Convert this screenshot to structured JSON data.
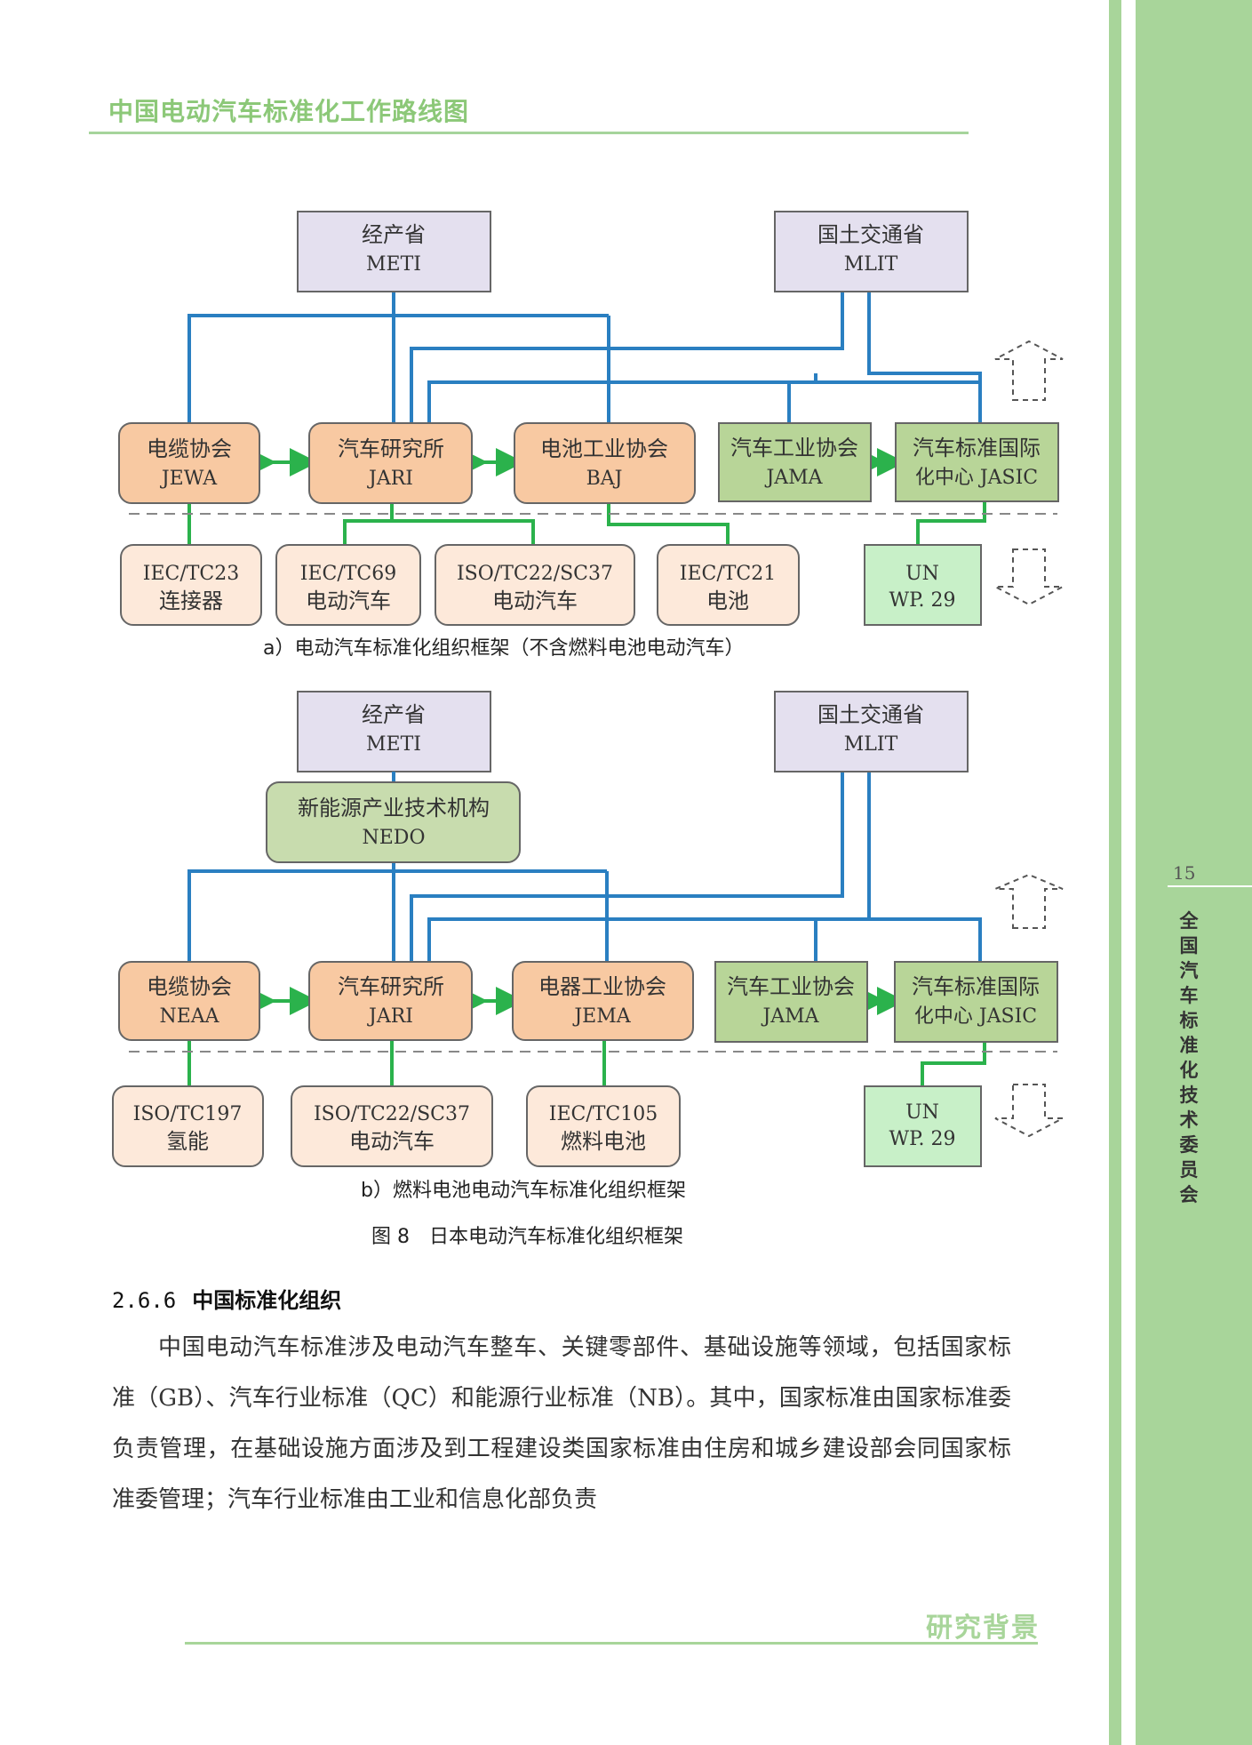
{
  "header": {
    "title": "中国电动汽车标准化工作路线图"
  },
  "side": {
    "page_number": "15",
    "vertical_title": "全国汽车标准化技术委员会"
  },
  "footer": {
    "label": "研究背景"
  },
  "figure": {
    "a": {
      "top_left": {
        "name": "经产省",
        "abbr": "METI"
      },
      "top_right": {
        "name": "国土交通省",
        "abbr": "MLIT"
      },
      "orgs": [
        {
          "name": "电缆协会",
          "abbr": "JEWA"
        },
        {
          "name": "汽车研究所",
          "abbr": "JARI"
        },
        {
          "name": "电池工业协会",
          "abbr": "BAJ"
        },
        {
          "name": "汽车工业协会",
          "abbr": "JAMA"
        },
        {
          "name": "汽车标准国际",
          "abbr": "化中心 JASIC"
        }
      ],
      "committees": [
        {
          "code": "IEC/TC23",
          "desc": "连接器"
        },
        {
          "code": "IEC/TC69",
          "desc": "电动汽车"
        },
        {
          "code": "ISO/TC22/SC37",
          "desc": "电动汽车"
        },
        {
          "code": "IEC/TC21",
          "desc": "电池"
        }
      ],
      "un": {
        "line1": "UN",
        "line2": "WP. 29"
      },
      "caption": "a）电动汽车标准化组织框架（不含燃料电池电动汽车）"
    },
    "b": {
      "top_left": {
        "name": "经产省",
        "abbr": "METI"
      },
      "top_right": {
        "name": "国土交通省",
        "abbr": "MLIT"
      },
      "nedo": {
        "name": "新能源产业技术机构",
        "abbr": "NEDO"
      },
      "orgs": [
        {
          "name": "电缆协会",
          "abbr": "NEAA"
        },
        {
          "name": "汽车研究所",
          "abbr": "JARI"
        },
        {
          "name": "电器工业协会",
          "abbr": "JEMA"
        },
        {
          "name": "汽车工业协会",
          "abbr": "JAMA"
        },
        {
          "name": "汽车标准国际",
          "abbr": "化中心 JASIC"
        }
      ],
      "committees": [
        {
          "code": "ISO/TC197",
          "desc": "氢能"
        },
        {
          "code": "ISO/TC22/SC37",
          "desc": "电动汽车"
        },
        {
          "code": "IEC/TC105",
          "desc": "燃料电池"
        }
      ],
      "un": {
        "line1": "UN",
        "line2": "WP. 29"
      },
      "caption": "b）燃料电池电动汽车标准化组织框架"
    },
    "title": "图 8　日本电动汽车标准化组织框架"
  },
  "section": {
    "number": "2.6.6",
    "title": "中国标准化组织",
    "paragraph": "中国电动汽车标准涉及电动汽车整车、关键零部件、基础设施等领域，包括国家标准（GB）、汽车行业标准（QC）和能源行业标准（NB）。其中，国家标准由国家标准委负责管理，在基础设施方面涉及到工程建设类国家标准由住房和城乡建设部会同国家标准委管理；汽车行业标准由工业和信息化部负责"
  },
  "colors": {
    "accent_green": "#8cc878",
    "line_blue": "#2a7fc1",
    "line_green": "#2bb24c",
    "gov_box": "#e4e0ef",
    "assoc_box": "#f8c9a2",
    "jama_box": "#b8d598",
    "committee_box": "#fde9da",
    "un_box": "#c8f0c8"
  }
}
